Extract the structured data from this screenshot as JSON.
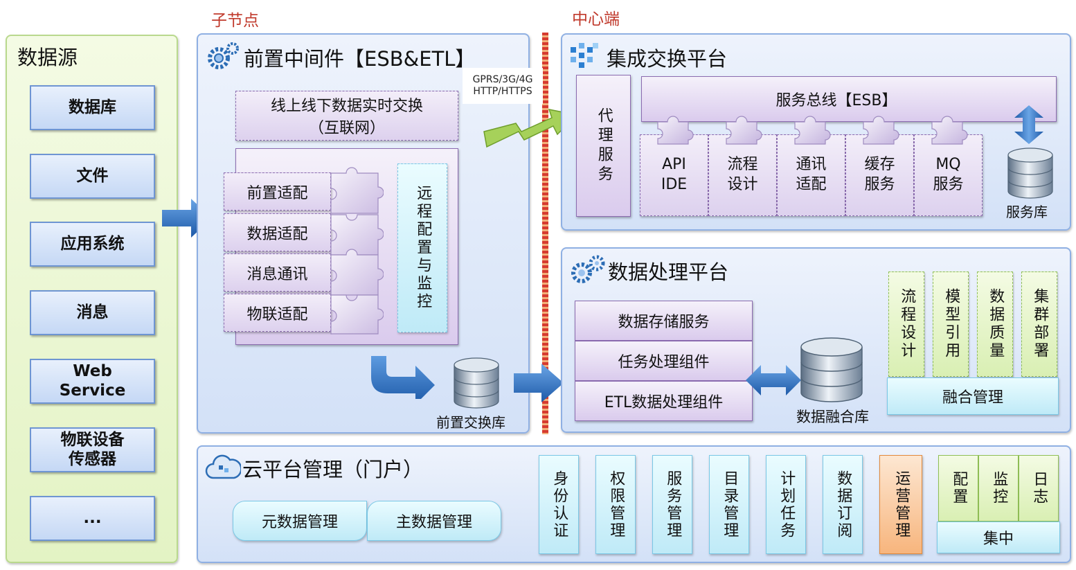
{
  "labels": {
    "sub_node": "子节点",
    "center": "中心端"
  },
  "data_source": {
    "title": "数据源",
    "items": [
      "数据库",
      "文件",
      "应用系统",
      "消息",
      "Web\nService",
      "物联设备\n传感器",
      "..."
    ]
  },
  "front_middleware": {
    "title": "前置中间件【ESB&ETL】",
    "exchange_line1": "线上线下数据实时交换",
    "exchange_line2": "（互联网）",
    "adapters": [
      "前置适配",
      "数据适配",
      "消息通讯",
      "物联适配"
    ],
    "remote": "远程配置与监控",
    "db_label": "前置交换库"
  },
  "network": {
    "line1": "GPRS/3G/4G",
    "line2": "HTTP/HTTPS"
  },
  "integration": {
    "title": "集成交换平台",
    "proxy": "代理服务",
    "bus": "服务总线【ESB】",
    "modules": [
      "API\nIDE",
      "流程\n设计",
      "通讯\n适配",
      "缓存\n服务",
      "MQ\n服务"
    ],
    "db_label": "服务库"
  },
  "processing": {
    "title": "数据处理平台",
    "services": [
      "数据存储服务",
      "任务处理组件",
      "ETL数据处理组件"
    ],
    "db_label": "数据融合库",
    "fusion_items": [
      "流程设计",
      "模型引用",
      "数据质量",
      "集群部署"
    ],
    "fusion_label": "融合管理"
  },
  "cloud": {
    "title": "云平台管理（门户）",
    "meta_tabs": [
      "元数据管理",
      "主数据管理"
    ],
    "columns": [
      "身份认证",
      "权限管理",
      "服务管理",
      "目录管理",
      "计划任务",
      "数据订阅",
      "运营管理"
    ],
    "central_items": [
      "配置",
      "监控",
      "日志"
    ],
    "central_label": "集中"
  },
  "colors": {
    "red_line": "#cc2a2a",
    "arrow_blue": "#2f6fbf",
    "arrow_green": "#8fc23c",
    "orange": "#f7b57d"
  }
}
